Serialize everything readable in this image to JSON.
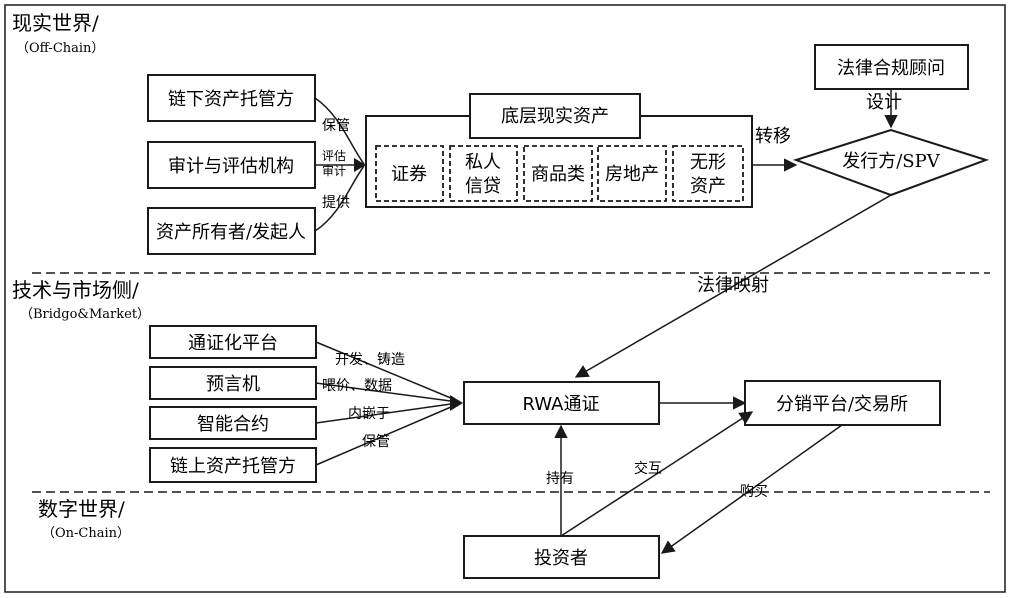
{
  "zones": {
    "offchain": {
      "title": "现实世界/",
      "subtitle": "（Off-Chain）"
    },
    "bridge": {
      "title": "技术与市场侧/",
      "subtitle": "（Bridgo&Market）"
    },
    "onchain": {
      "title": "数字世界/",
      "subtitle": "（On-Chain）"
    }
  },
  "offchain_actors": [
    {
      "label": "链下资产托管方",
      "edge": "保管"
    },
    {
      "label": "审计与评估机构",
      "edge": "评估审计"
    },
    {
      "label": "资产所有者/发起人",
      "edge": "提供"
    }
  ],
  "edge_line_breaks": {
    "audit_top": "评估",
    "audit_bottom": "审计"
  },
  "underlying": {
    "title": "底层现实资产",
    "classes": [
      {
        "line1": "证券",
        "line2": ""
      },
      {
        "line1": "私人",
        "line2": "信贷"
      },
      {
        "line1": "商品类",
        "line2": ""
      },
      {
        "line1": "房地产",
        "line2": ""
      },
      {
        "line1": "无形",
        "line2": "资产"
      }
    ]
  },
  "legal_advisor": "法律合规顾问",
  "issuer": "发行方/SPV",
  "edges": {
    "design": "设计",
    "transfer": "转移",
    "legal_mapping": "法律映射",
    "hold": "持有",
    "interact": "交互",
    "buy": "购买"
  },
  "tech_components": [
    {
      "label": "通证化平台",
      "edge": "开发、铸造"
    },
    {
      "label": "预言机",
      "edge": "喂价、数据"
    },
    {
      "label": "智能合约",
      "edge": "内嵌于"
    },
    {
      "label": "链上资产托管方",
      "edge": "保管"
    }
  ],
  "rwa_token": "RWA通证",
  "exchange": "分销平台/交易所",
  "investor": "投资者",
  "colors": {
    "stroke": "#1a1a1a",
    "fill": "#ffffff",
    "text": "#111111"
  }
}
